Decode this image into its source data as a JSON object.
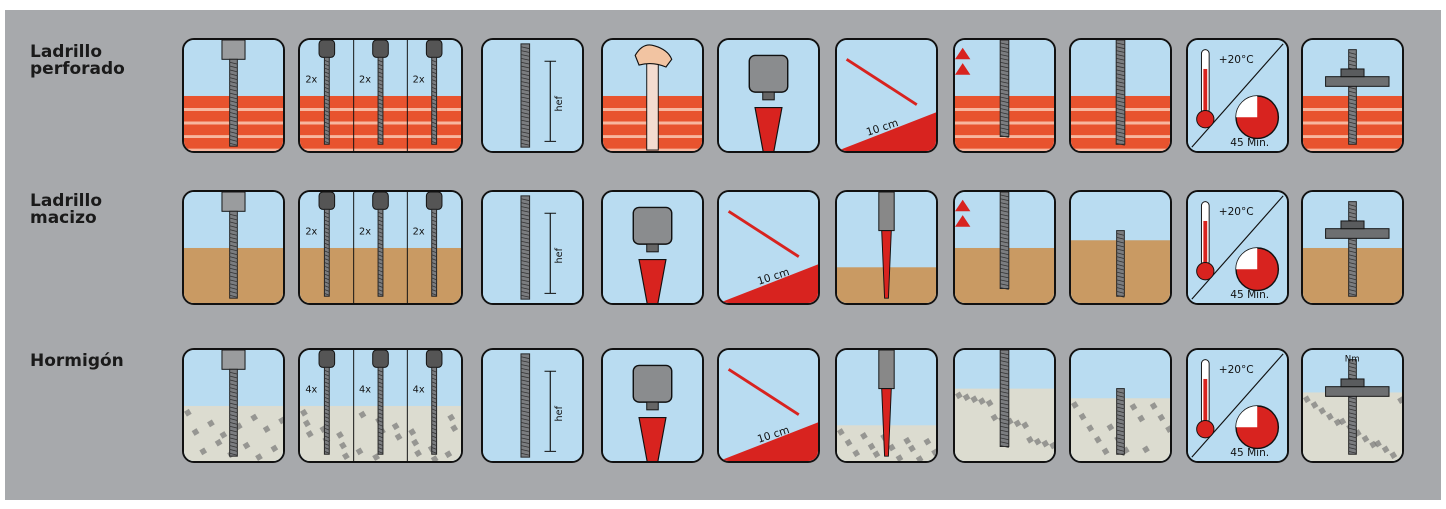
{
  "rows": [
    {
      "label_line1": "Ladrillo",
      "label_line2": "perforado",
      "multiplier": "2x",
      "substrate": "perforated-brick"
    },
    {
      "label_line1": "Ladrillo",
      "label_line2": "macizo",
      "multiplier": "2x",
      "substrate": "solid-brick"
    },
    {
      "label_line1": "Hormigón",
      "label_line2": "",
      "multiplier": "4x",
      "substrate": "concrete"
    }
  ],
  "texts": {
    "hef": "h",
    "hef_sub": "ef",
    "distance": "10 cm",
    "temperature": "+20°C",
    "cure_time": "45 Min.",
    "torque": "Nm"
  },
  "colors": {
    "sky": "#b9dcf1",
    "brick": "#e8532e",
    "brick_mortar": "#f7b79f",
    "solid_brick": "#8a4a2d",
    "sandstone": "#c99a63",
    "concrete": "#dcdcd0",
    "mortar_red": "#d8231f",
    "steel": "#7b7d80",
    "background": "#a7a9ac"
  },
  "steps": [
    "drill-hole-icon",
    "clean-hole-icon",
    "threaded-rod-icon",
    "insert-sleeve-icon",
    "cartridge-nozzle-icon",
    "discard-mortar-icon",
    "inject-mortar-icon",
    "insert-rod-icon",
    "curing-time-icon",
    "mount-fixture-icon"
  ]
}
